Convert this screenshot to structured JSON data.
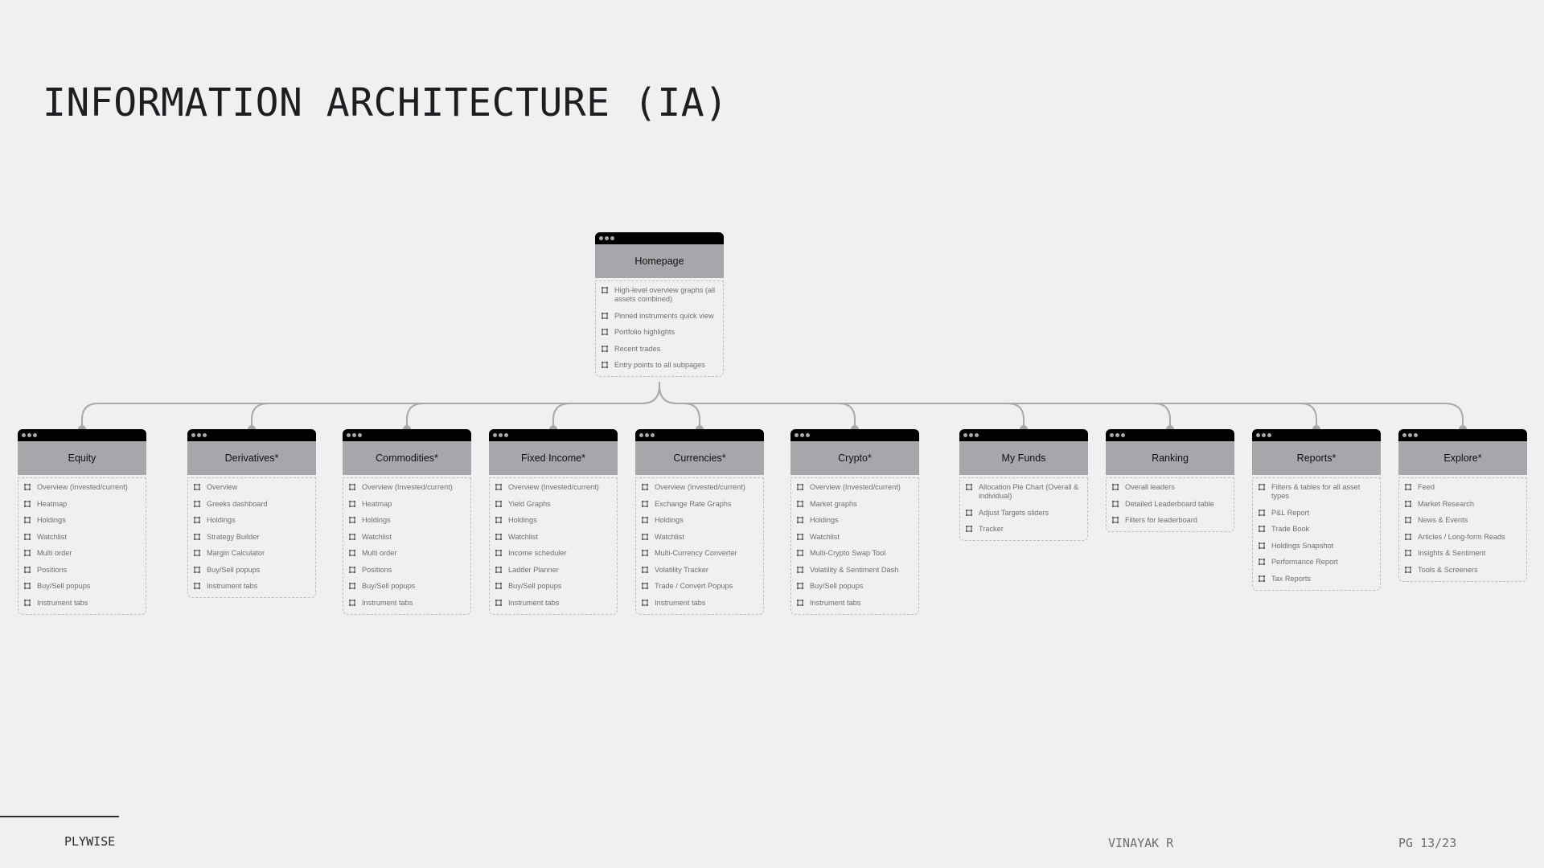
{
  "title": "INFORMATION ARCHITECTURE (IA)",
  "colors": {
    "background": "#f0f0f0",
    "card_bar": "#000000",
    "card_header": "#a7a7ab",
    "connector": "#a9a9ad",
    "item_text": "#6e6e72"
  },
  "root": {
    "title": "Homepage",
    "items": [
      "High-level overview graphs (all assets combined)",
      "Pinned instruments quick view",
      "Portfolio highlights",
      "Recent trades",
      "Entry points to all subpages"
    ]
  },
  "pages": [
    {
      "title": "Equity",
      "items": [
        "Overview (Invested/current)",
        "Heatmap",
        "Holdings",
        "Watchlist",
        "Multi order",
        "Positions",
        "Buy/Sell popups",
        "Instrument tabs"
      ]
    },
    {
      "title": "Derivatives*",
      "items": [
        "Overview",
        "Greeks dashboard",
        "Holdings",
        "Strategy Builder",
        "Margin Calculator",
        "Buy/Sell popups",
        "Instrument tabs"
      ]
    },
    {
      "title": "Commodities*",
      "items": [
        "Overview (Invested/current)",
        "Heatmap",
        "Holdings",
        "Watchlist",
        "Multi order",
        "Positions",
        "Buy/Sell popups",
        "Instrument tabs"
      ]
    },
    {
      "title": "Fixed Income*",
      "items": [
        "Overview (Invested/current)",
        "Yield Graphs",
        "Holdings",
        "Watchlist",
        "Income scheduler",
        "Ladder Planner",
        "Buy/Sell popups",
        "Instrument tabs"
      ]
    },
    {
      "title": "Currencies*",
      "items": [
        "Overview (Invested/current)",
        "Exchange Rate Graphs",
        "Holdings",
        "Watchlist",
        "Multi-Currency Converter",
        "Volatility Tracker",
        "Trade / Convert Popups",
        "Instrument tabs"
      ]
    },
    {
      "title": "Crypto*",
      "items": [
        "Overview (Invested/current)",
        "Market graphs",
        "Holdings",
        "Watchlist",
        "Multi-Crypto Swap Tool",
        "Volatility & Sentiment Dash",
        "Buy/Sell popups",
        "Instrument tabs"
      ]
    },
    {
      "title": "My Funds",
      "items": [
        "Allocation Pie Chart (Overall & individual)",
        "Adjust Targets sliders",
        "Tracker"
      ]
    },
    {
      "title": "Ranking",
      "items": [
        "Overall leaders",
        "Detailed Leaderboard table",
        "Filters for leaderboard"
      ]
    },
    {
      "title": "Reports*",
      "items": [
        "Filters & tables for all asset types",
        "P&L Report",
        "Trade Book",
        "Holdings Snapshot",
        "Performance Report",
        "Tax Reports"
      ]
    },
    {
      "title": "Explore*",
      "items": [
        "Feed",
        "Market Research",
        "News & Events",
        "Articles / Long-form Reads",
        "Insights & Sentiment",
        "Tools & Screeners"
      ]
    }
  ],
  "footer": {
    "brand": "PLYWISE",
    "author": "VINAYAK R",
    "page": "PG 13/23"
  }
}
